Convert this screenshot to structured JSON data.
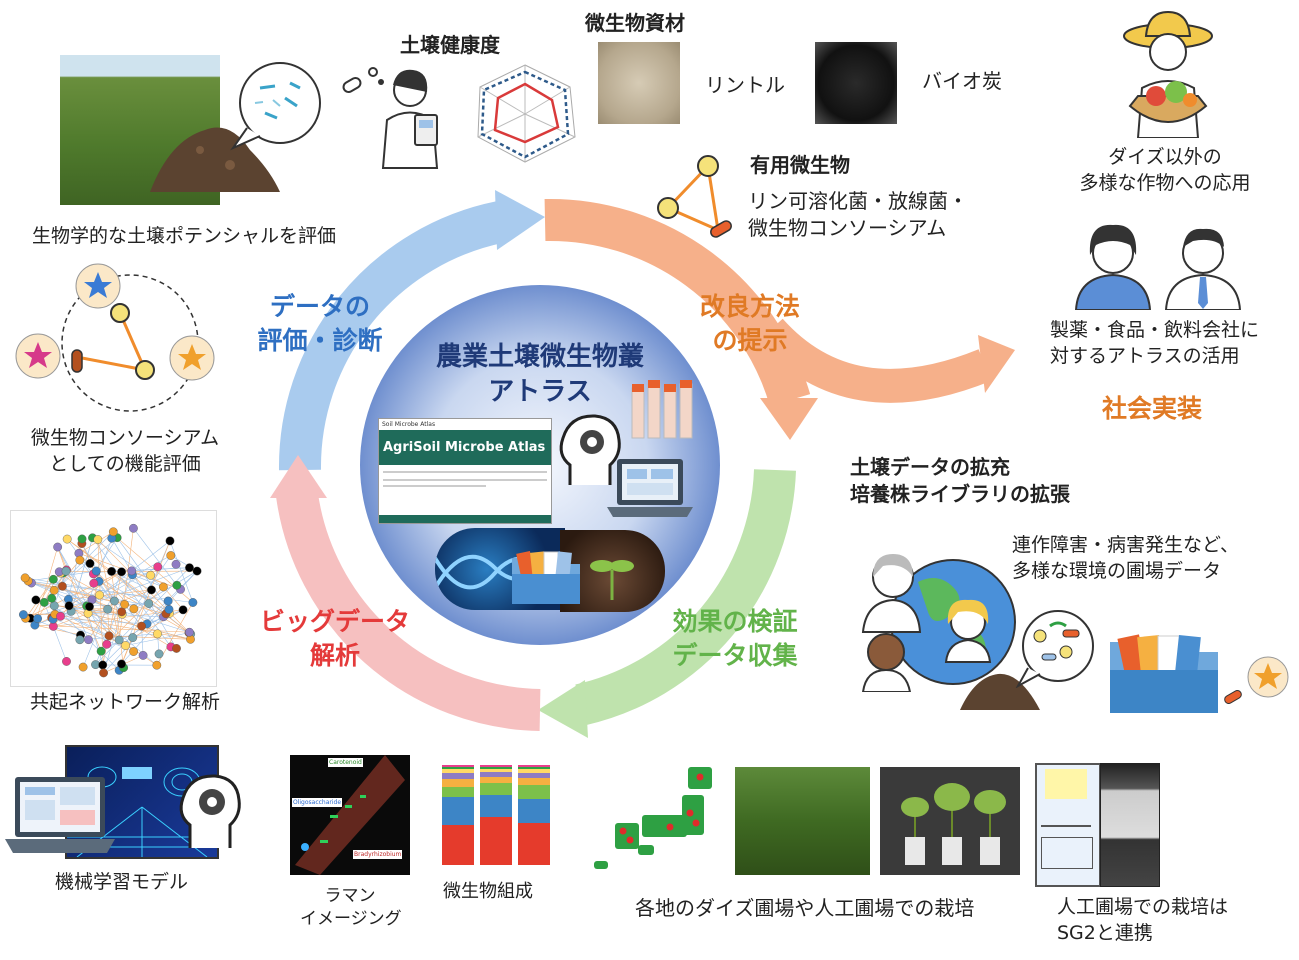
{
  "center": {
    "title_line1": "農業土壌微生物叢",
    "title_line2": "アトラス",
    "screen_header": "Soil Microbe Atlas",
    "screen_banner": "AgriSoil Microbe Atlas"
  },
  "cycle": {
    "evaluate_line1": "データの",
    "evaluate_line2": "評価・診断",
    "improve_line1": "改良方法",
    "improve_line2": "の提示",
    "verify_line1": "効果の検証",
    "verify_line2": "データ収集",
    "bigdata_line1": "ビッグデータ",
    "bigdata_line2": "解析"
  },
  "top": {
    "soil_health": "土壌健康度",
    "microbial_materials": "微生物資材",
    "rintoru": "リントル",
    "biochar": "バイオ炭",
    "useful_microbes_title": "有用微生物",
    "useful_microbes_line1": "リン可溶化菌・放線菌・",
    "useful_microbes_line2": "微生物コンソーシアム"
  },
  "left": {
    "soil_potential": "生物学的な土壌ポテンシャルを評価",
    "consortium_line1": "微生物コンソーシアム",
    "consortium_line2": "としての機能評価",
    "network": "共起ネットワーク解析",
    "ml_model": "機械学習モデル"
  },
  "bottom": {
    "raman_line1": "ラマン",
    "raman_line2": "イメージング",
    "raman_labels": [
      "Carotenoid",
      "Oligosaccharide",
      "Bradyrhizobium"
    ],
    "composition": "微生物組成",
    "cultivation": "各地のダイズ圃場や人工圃場での栽培",
    "sg2_line1": "人工圃場での栽培は",
    "sg2_line2": "SG2と連携"
  },
  "right": {
    "crops_line1": "ダイズ以外の",
    "crops_line2": "多様な作物への応用",
    "industry_line1": "製薬・食品・飲料会社に",
    "industry_line2": "対するアトラスの活用",
    "social": "社会実装",
    "expand_line1": "土壌データの拡充",
    "expand_line2": "培養株ライブラリの拡張",
    "env_line1": "連作障害・病害発生など、",
    "env_line2": "多様な環境の圃場データ"
  },
  "colors": {
    "blue_text": "#2e6fc2",
    "orange_text": "#e07a25",
    "green_text": "#62b34a",
    "red_text": "#e43a3a",
    "blue_arc": "#a9cbee",
    "orange_arc": "#f6b08a",
    "green_arc": "#bfe3ad",
    "red_arc": "#f6c0c0",
    "circle_center": "#6f8fcf"
  },
  "icons": [
    "microscope-bubble-icon",
    "scientist-icon",
    "radar-chart-icon",
    "farmer-icon",
    "people-icon",
    "globe-icon",
    "folder-icon",
    "brain-gear-icon",
    "laptop-icon",
    "dna-icon",
    "japan-map-icon",
    "bacteria-icon"
  ]
}
